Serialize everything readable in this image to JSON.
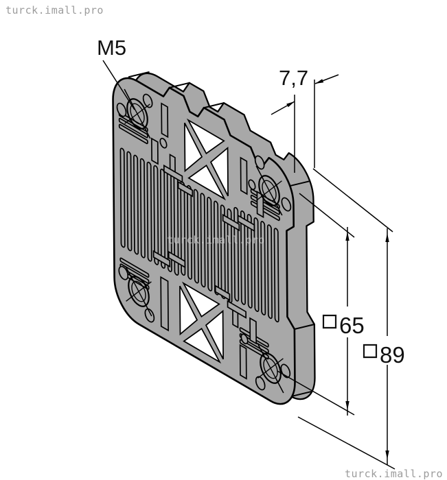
{
  "watermarks": {
    "top_left": "turck.imall.pro",
    "center": "turck.imall.pro",
    "bottom_right": "turck.imall.pro"
  },
  "dimensions": {
    "thread_size": {
      "label": "M5"
    },
    "thickness": {
      "value": "7,7"
    },
    "hole_spacing": {
      "symbol": "□",
      "value": "65"
    },
    "plate_size": {
      "symbol": "□",
      "value": "89"
    }
  },
  "colors": {
    "plate_gray": "#a8a8a8",
    "outline": "#000000",
    "watermark_gray": "#9c9c9c",
    "background": "#ffffff"
  }
}
